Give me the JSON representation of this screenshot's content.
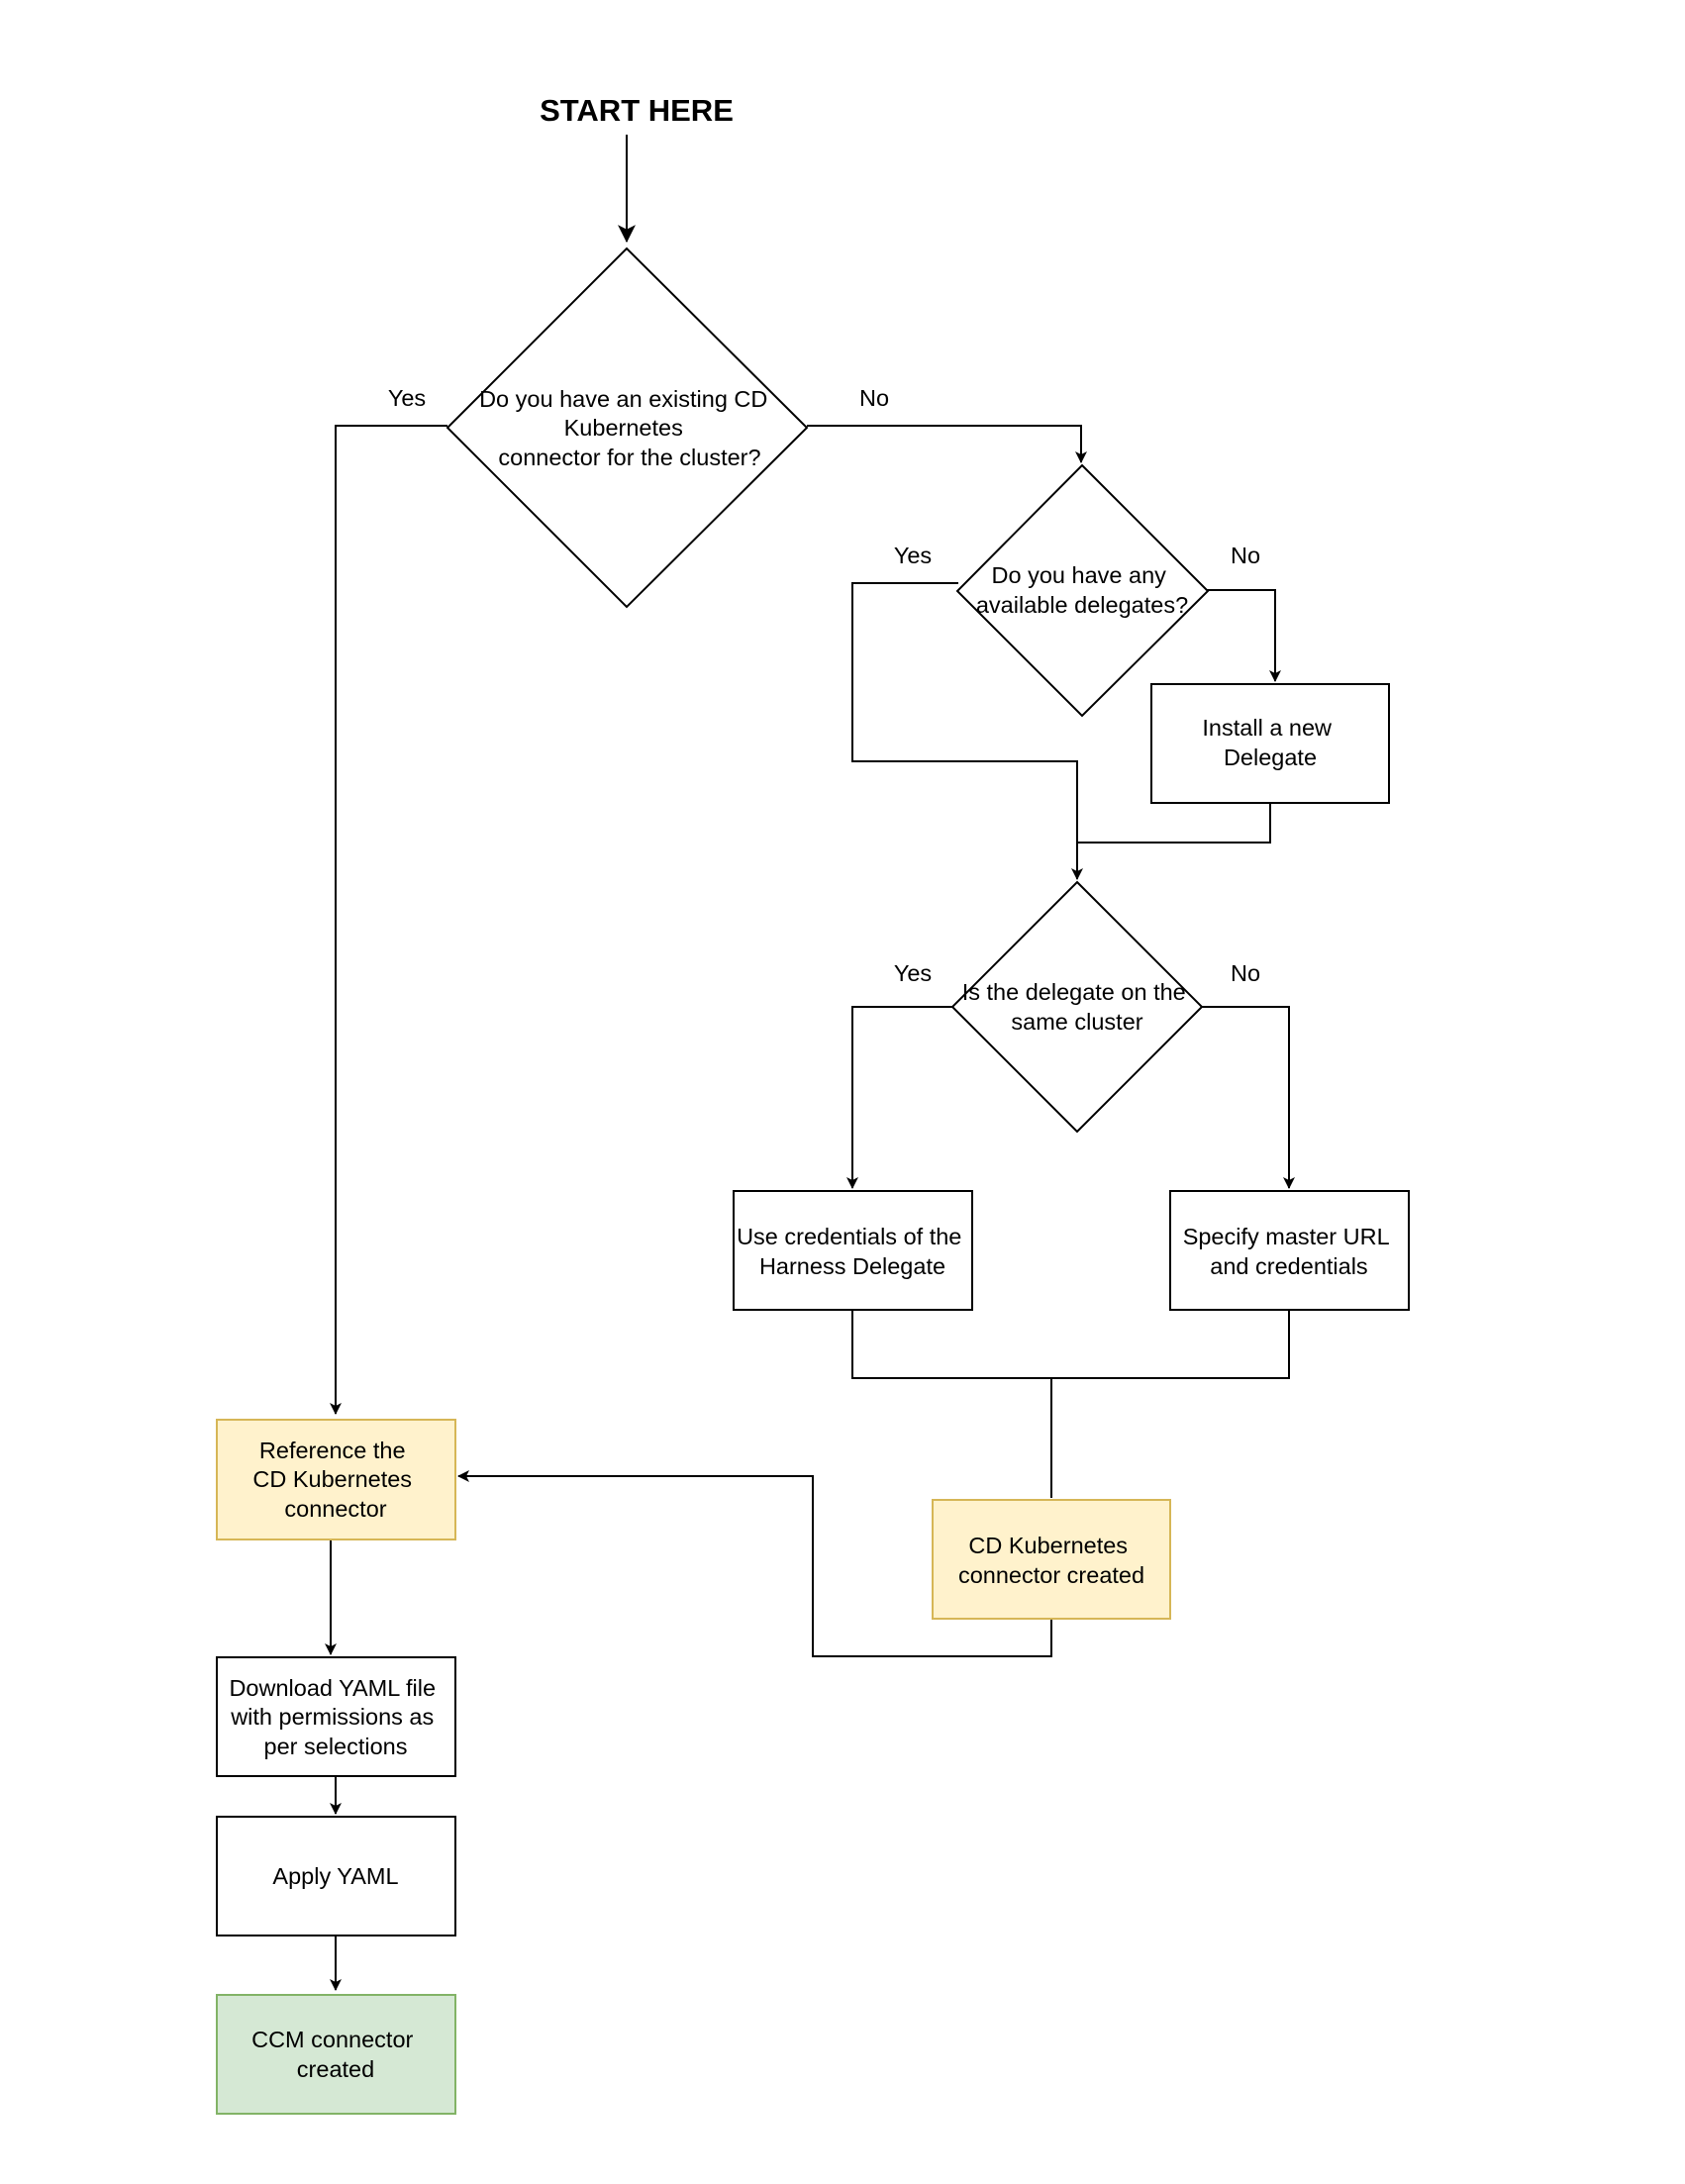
{
  "title": "START HERE",
  "colors": {
    "line": "#000000",
    "box_fill": "#ffffff",
    "highlight_yellow_fill": "#fff2cc",
    "highlight_yellow_stroke": "#d6b656",
    "highlight_green_fill": "#d5e8d4",
    "highlight_green_stroke": "#82b366"
  },
  "nodes": {
    "q1": [
      "Do you have an existing CD",
      "Kubernetes",
      "connector for the cluster?"
    ],
    "q2": [
      "Do you have any",
      "available delegates?"
    ],
    "install": [
      "Install a new",
      "Delegate"
    ],
    "q3": [
      "Is the delegate on the",
      "same cluster"
    ],
    "use_creds": [
      "Use credentials of the",
      "Harness Delegate"
    ],
    "specify": [
      "Specify master URL",
      "and credentials"
    ],
    "reference": [
      "Reference the",
      "CD Kubernetes",
      "connector"
    ],
    "cd_created": [
      "CD Kubernetes",
      "connector created"
    ],
    "download": [
      "Download YAML file",
      "with permissions as",
      "per selections"
    ],
    "apply": [
      "Apply YAML"
    ],
    "ccm": [
      "CCM connector",
      "created"
    ]
  },
  "edge_labels": {
    "q1_yes": "Yes",
    "q1_no": "No",
    "q2_yes": "Yes",
    "q2_no": "No",
    "q3_yes": "Yes",
    "q3_no": "No"
  }
}
